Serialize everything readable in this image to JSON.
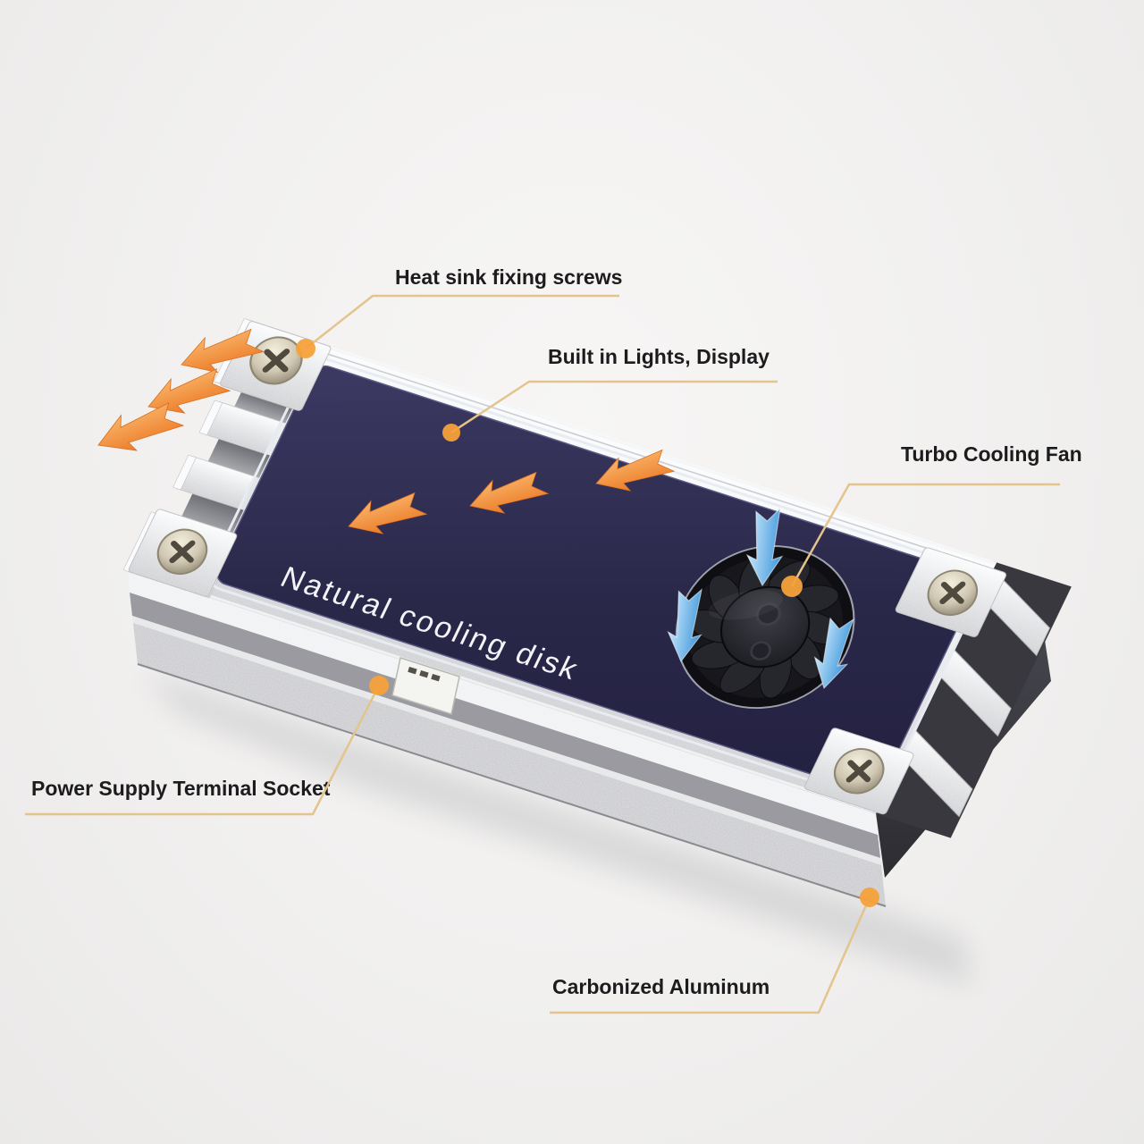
{
  "product": {
    "panel_text": "Natural cooling disk"
  },
  "callouts": [
    {
      "id": "heatsink-screws",
      "label": "Heat sink fixing screws"
    },
    {
      "id": "built-in-display",
      "label": "Built in Lights, Display"
    },
    {
      "id": "turbo-fan",
      "label": "Turbo Cooling Fan"
    },
    {
      "id": "power-socket",
      "label": "Power Supply Terminal Socket"
    },
    {
      "id": "carbonized-aluminum",
      "label": "Carbonized Aluminum"
    }
  ],
  "annotations": {
    "exhaust_airflow_arrows": 3,
    "panel_airflow_arrows": 3,
    "fan_intake_arrows": 3,
    "corner_screws": 4
  },
  "colors": {
    "background": "#f1f0ef",
    "label_text": "#1c1c1e",
    "callout_line": "#e3c48c",
    "callout_dot": "#f6a13a",
    "arrow_orange": "#ec7c28",
    "arrow_blue": "#3e95da",
    "panel_navy": "#2a2849",
    "panel_text": "#f4f4f8",
    "aluminum_light": "#fafbfc",
    "aluminum_mid": "#c7c8cc",
    "aluminum_dark": "#8f9196",
    "fan_black": "#17171c"
  }
}
